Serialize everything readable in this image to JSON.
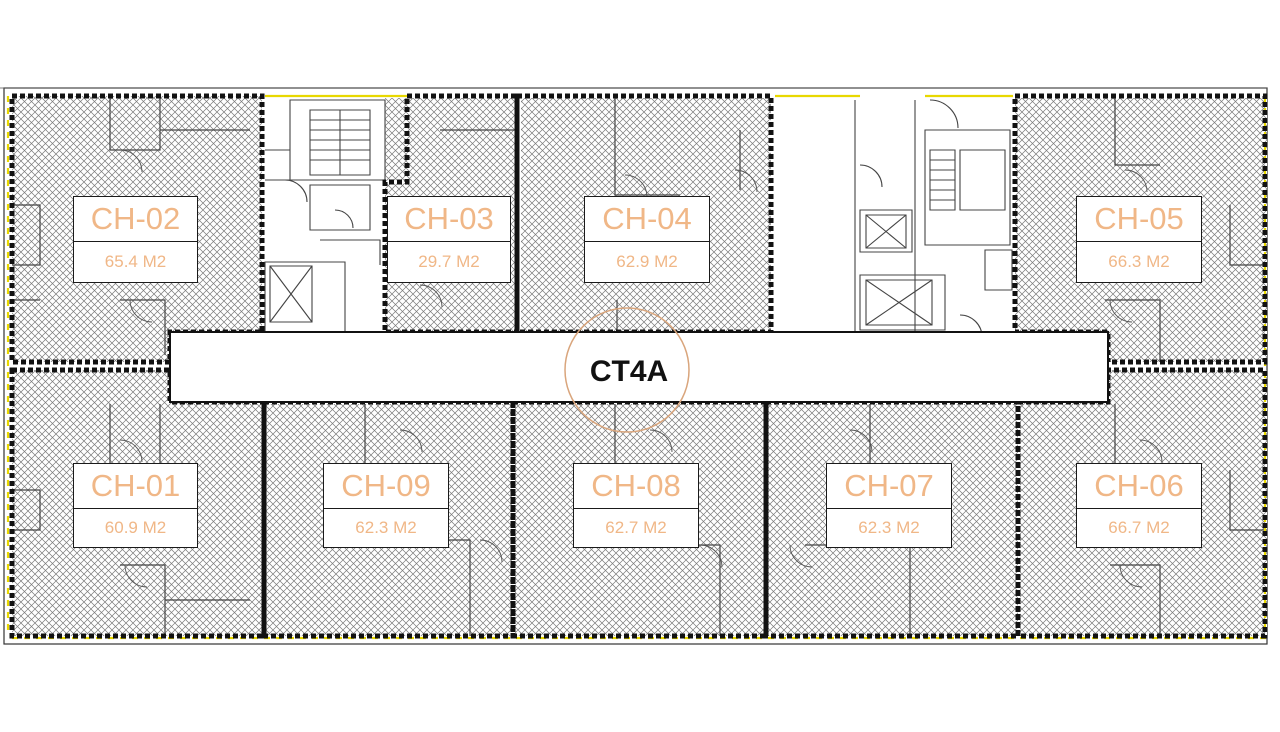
{
  "building": {
    "name": "CT4A",
    "marker_color": "#d9a57c"
  },
  "units": [
    {
      "code": "CH-02",
      "area": "65.4 M2"
    },
    {
      "code": "CH-03",
      "area": "29.7 M2"
    },
    {
      "code": "CH-04",
      "area": "62.9 M2"
    },
    {
      "code": "CH-05",
      "area": "66.3 M2"
    },
    {
      "code": "CH-01",
      "area": "60.9 M2"
    },
    {
      "code": "CH-09",
      "area": "62.3 M2"
    },
    {
      "code": "CH-08",
      "area": "62.7 M2"
    },
    {
      "code": "CH-07",
      "area": "62.3 M2"
    },
    {
      "code": "CH-06",
      "area": "66.7 M2"
    }
  ],
  "colors": {
    "label_text": "#f0b787",
    "boundary": "#111111",
    "facade_accent": "#e8d800",
    "hatch": "#7a7a7a"
  }
}
